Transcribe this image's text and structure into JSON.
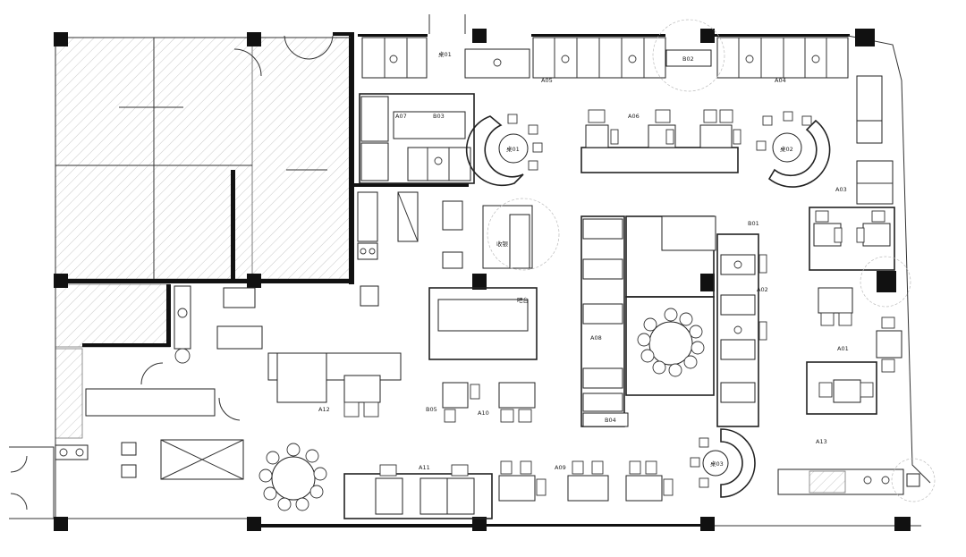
{
  "diagram": {
    "kind": "restaurant-floor-plan",
    "background": "#ffffff",
    "wall_color": "#111111",
    "hatch_color": "#999999",
    "labels": [
      {
        "id": "lbl-top-a",
        "text": "桌01"
      },
      {
        "id": "lbl-top-b",
        "text": "A05"
      },
      {
        "id": "lbl-top-c",
        "text": "B02"
      },
      {
        "id": "lbl-top-d",
        "text": "A04"
      },
      {
        "id": "lbl-a07",
        "text": "A07"
      },
      {
        "id": "lbl-b03",
        "text": "B03"
      },
      {
        "id": "lbl-a06",
        "text": "A06"
      },
      {
        "id": "lbl-round-1",
        "text": "桌01"
      },
      {
        "id": "lbl-round-2",
        "text": "桌02"
      },
      {
        "id": "lbl-a03",
        "text": "A03"
      },
      {
        "id": "lbl-b01",
        "text": "B01"
      },
      {
        "id": "lbl-a02",
        "text": "A02"
      },
      {
        "id": "lbl-a01",
        "text": "A01"
      },
      {
        "id": "lbl-b04",
        "text": "B04"
      },
      {
        "id": "lbl-a08",
        "text": "A08"
      },
      {
        "id": "lbl-bar",
        "text": "吧台"
      },
      {
        "id": "lbl-a12",
        "text": "A12"
      },
      {
        "id": "lbl-b05",
        "text": "B05"
      },
      {
        "id": "lbl-a10",
        "text": "A10"
      },
      {
        "id": "lbl-a11",
        "text": "A11"
      },
      {
        "id": "lbl-a09",
        "text": "A09"
      },
      {
        "id": "lbl-round-3",
        "text": "桌03"
      },
      {
        "id": "lbl-a13",
        "text": "A13"
      },
      {
        "id": "lbl-cashier",
        "text": "收银"
      }
    ]
  }
}
